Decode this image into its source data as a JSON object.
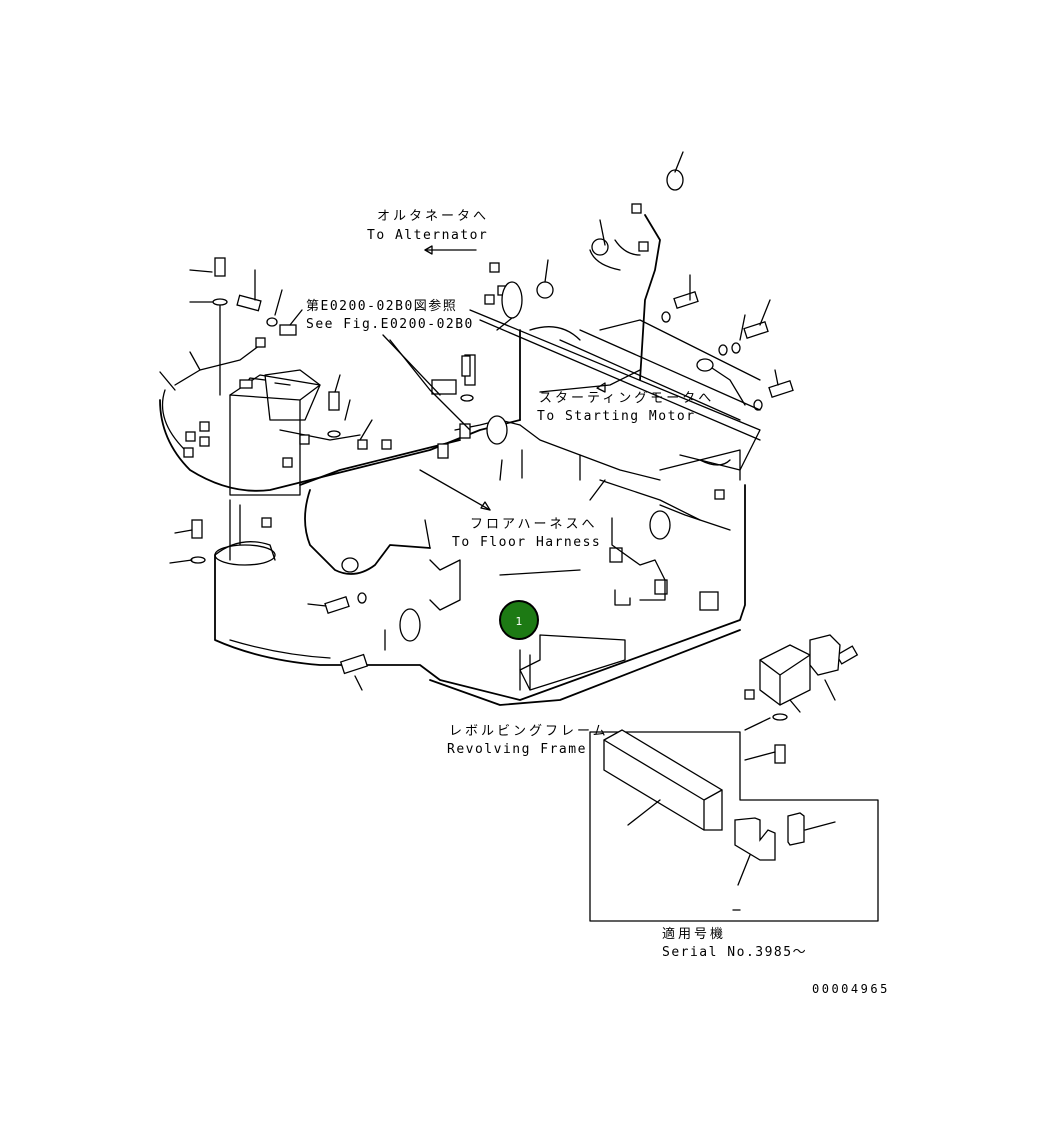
{
  "labels": {
    "alternator_jp": "オルタネータへ",
    "alternator_en": "To Alternator",
    "see_fig_jp": "第E0200-02B0図参照",
    "see_fig_en": "See Fig.E0200-02B0",
    "starting_motor_jp": "スターティングモータへ",
    "starting_motor_en": "To Starting Motor",
    "floor_harness_jp": "フロアハーネスへ",
    "floor_harness_en": "To Floor Harness",
    "revolving_frame_jp": "レボルビングフレーム",
    "revolving_frame_en": "Revolving Frame",
    "serial_jp": "適用号機",
    "serial_en": "Serial No.3985～",
    "drawing_number": "00004965"
  },
  "callouts": [
    {
      "number": "1",
      "color": "#1d7a14"
    }
  ]
}
